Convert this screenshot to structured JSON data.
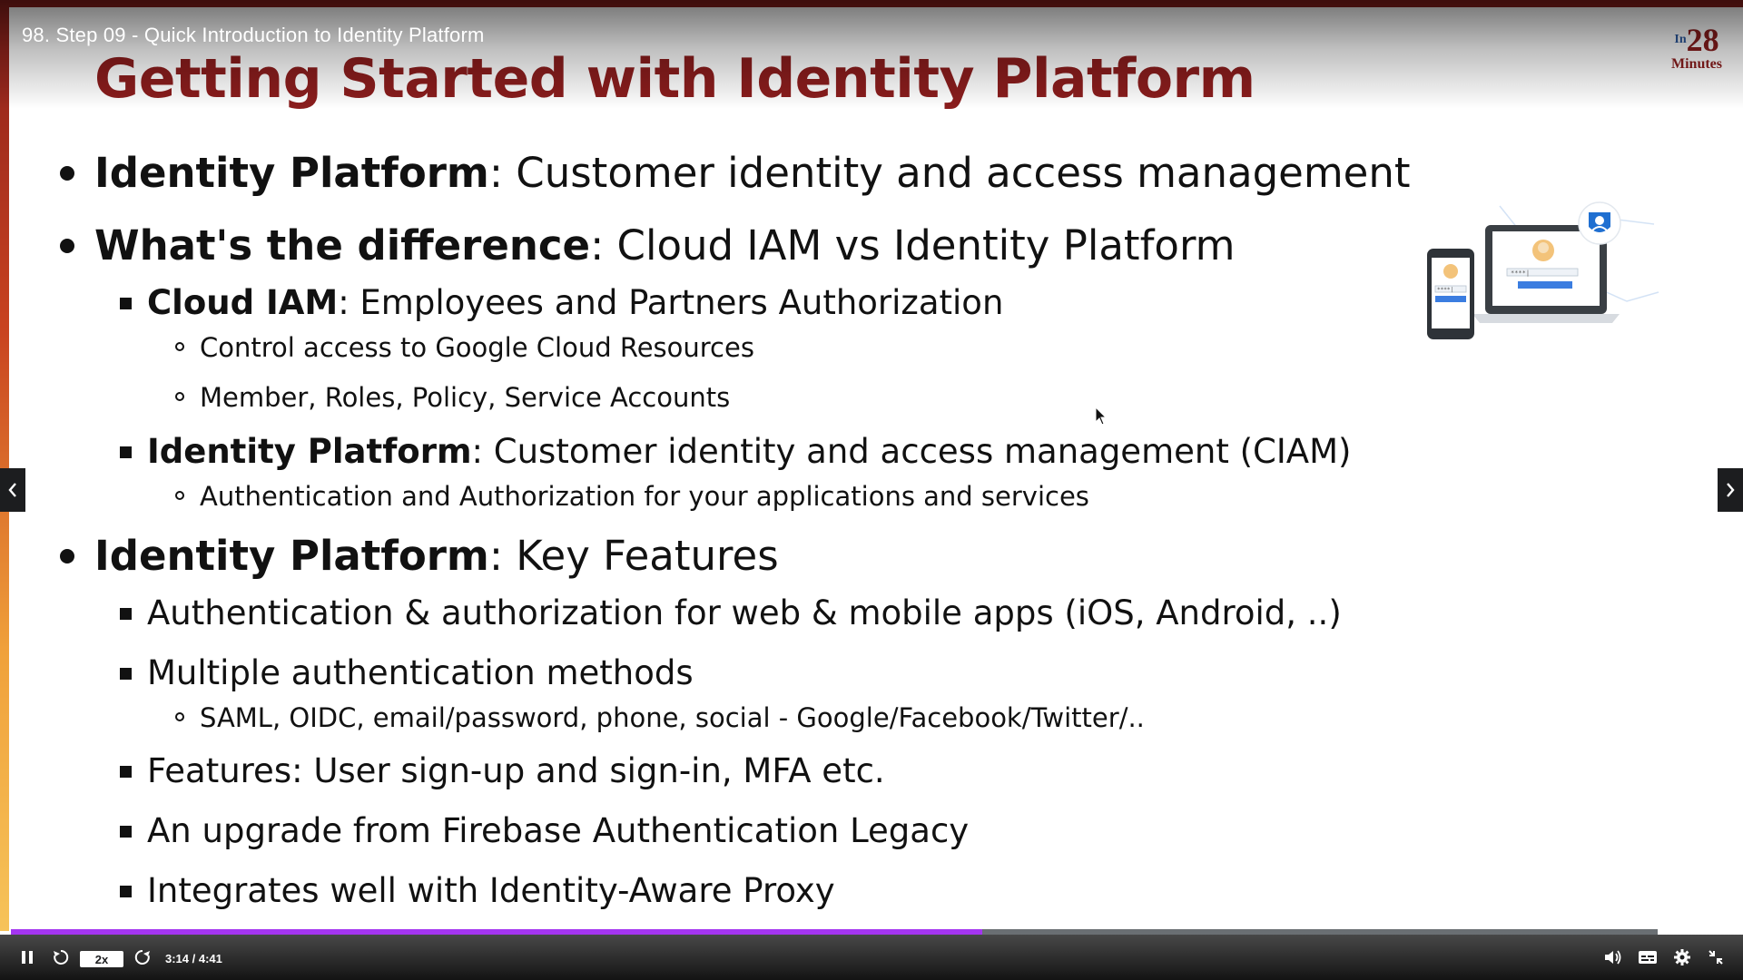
{
  "video": {
    "title": "98. Step 09 - Quick Introduction to Identity Platform"
  },
  "slide": {
    "title": "Getting Started with Identity Platform",
    "logo": {
      "prefix": "In",
      "number": "28",
      "word": "Minutes"
    },
    "bullets": [
      {
        "level": 1,
        "bold": "Identity Platform",
        "text": ": Customer identity and access management"
      },
      {
        "level": 1,
        "bold": "What's the difference",
        "text": ": Cloud IAM vs Identity Platform"
      },
      {
        "level": 2,
        "bold": "Cloud IAM",
        "text": ": Employees and Partners Authorization"
      },
      {
        "level": 3,
        "bold": "",
        "text": "Control access to Google Cloud Resources"
      },
      {
        "level": 3,
        "bold": "",
        "text": "Member, Roles, Policy, Service Accounts"
      },
      {
        "level": 2,
        "bold": "Identity Platform",
        "text": ": Customer identity and access management (CIAM)"
      },
      {
        "level": 3,
        "bold": "",
        "text": "Authentication and Authorization for your applications and services"
      },
      {
        "level": 1,
        "bold": "Identity Platform",
        "text": ": Key Features"
      },
      {
        "level": 2,
        "bold": "",
        "text": "Authentication & authorization for web & mobile apps (iOS, Android, ..)"
      },
      {
        "level": 2,
        "bold": "",
        "text": "Multiple authentication methods"
      },
      {
        "level": 3,
        "bold": "",
        "text": "SAML, OIDC, email/password, phone, social - Google/Facebook/Twitter/.."
      },
      {
        "level": 2,
        "bold": "",
        "text": "Features: User sign-up and sign-in, MFA etc."
      },
      {
        "level": 2,
        "bold": "",
        "text": "An upgrade from Firebase Authentication Legacy"
      },
      {
        "level": 2,
        "bold": "",
        "text": "Integrates well with Identity-Aware Proxy"
      }
    ],
    "illustration": {
      "phone_password": "****|",
      "laptop_password": "****|"
    }
  },
  "player": {
    "speed": "2x",
    "time": "3:14 / 4:41",
    "progress": 0.59,
    "icons": {
      "pause": "pause-icon",
      "rewind": "rewind-icon",
      "forward": "forward-icon",
      "volume": "volume-icon",
      "captions": "captions-icon",
      "settings": "gear-icon",
      "fullscreen": "exit-fullscreen-icon",
      "prev": "chevron-left-icon",
      "next": "chevron-right-icon"
    },
    "colors": {
      "progress": "#a435f0",
      "title": "#8b1d1d"
    }
  }
}
